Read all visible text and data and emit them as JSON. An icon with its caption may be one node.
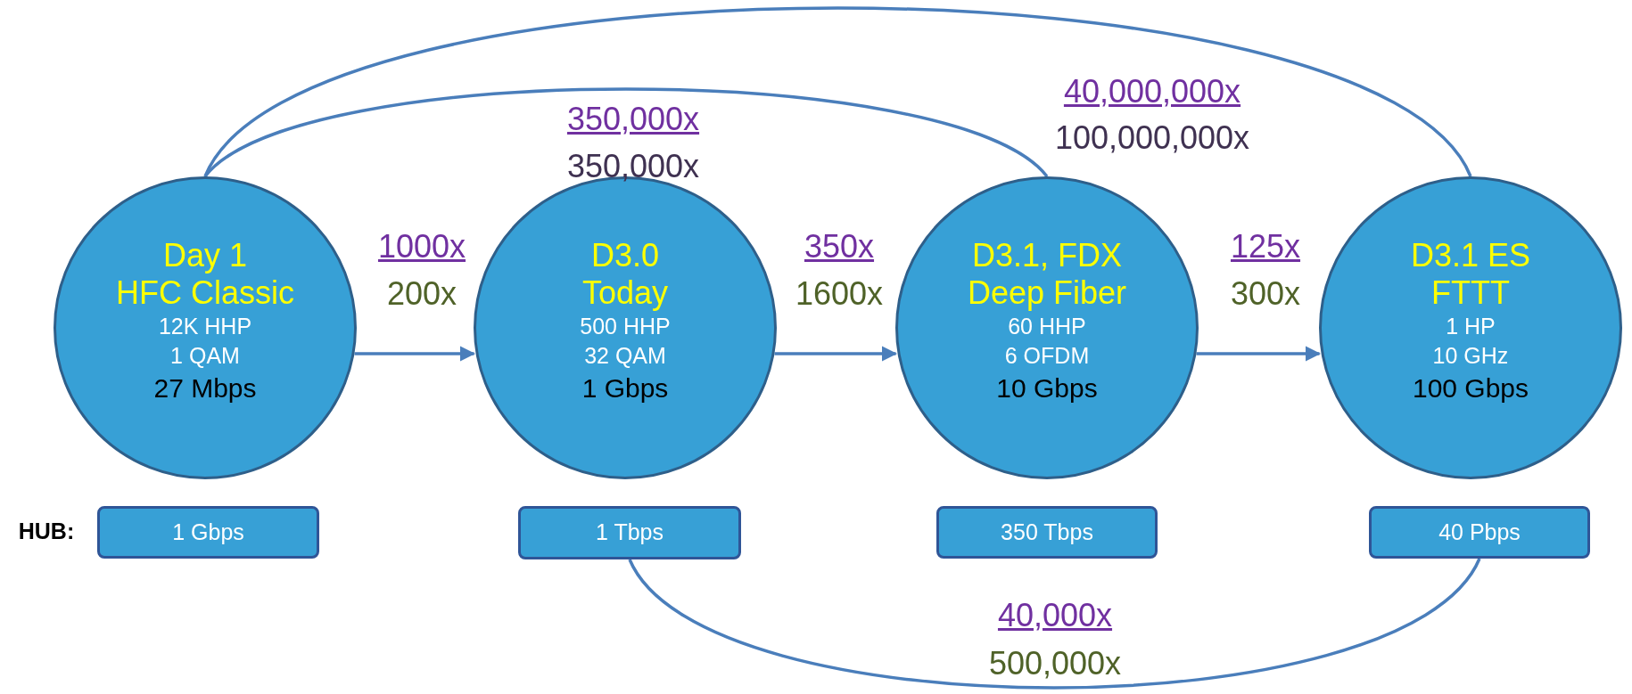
{
  "diagram": {
    "nodes": [
      {
        "text": [
          "Day 1",
          "HFC Classic",
          "12K HHP",
          "1 QAM",
          "27 Mbps"
        ]
      },
      {
        "text": [
          "D3.0",
          "Today",
          "500 HHP",
          "32 QAM",
          "1 Gbps"
        ]
      },
      {
        "text": [
          "D3.1, FDX",
          "Deep Fiber",
          "60 HHP",
          "6 OFDM",
          "10 Gbps"
        ]
      },
      {
        "text": [
          "D3.1 ES",
          "FTTT",
          "1 HP",
          "10 GHz",
          "100 Gbps"
        ]
      },
      {
        "text": [
          "1 Gbps"
        ]
      },
      {
        "text": [
          "1 Tbps"
        ]
      },
      {
        "text": [
          "350 Tbps"
        ]
      },
      {
        "text": [
          "40 Pbps"
        ]
      }
    ],
    "edges": [
      {
        "from": 0,
        "to": 1,
        "arrow": "to",
        "label": "1000x"
      },
      {
        "from": 1,
        "to": 2,
        "arrow": "to",
        "label": "350x"
      },
      {
        "from": 2,
        "to": 3,
        "arrow": "to",
        "label": "125x"
      },
      {
        "from": 0,
        "to": 2,
        "arrow": "none",
        "label": "350,000x"
      },
      {
        "from": 0,
        "to": 3,
        "arrow": "none",
        "label": "40,000,000x"
      },
      {
        "from": 5,
        "to": 7,
        "arrow": "none",
        "label": "40,000x"
      }
    ],
    "labels": [
      "HUB:",
      "200x",
      "1600x",
      "300x",
      "350,000x",
      "100,000,000x",
      "500,000x"
    ]
  }
}
